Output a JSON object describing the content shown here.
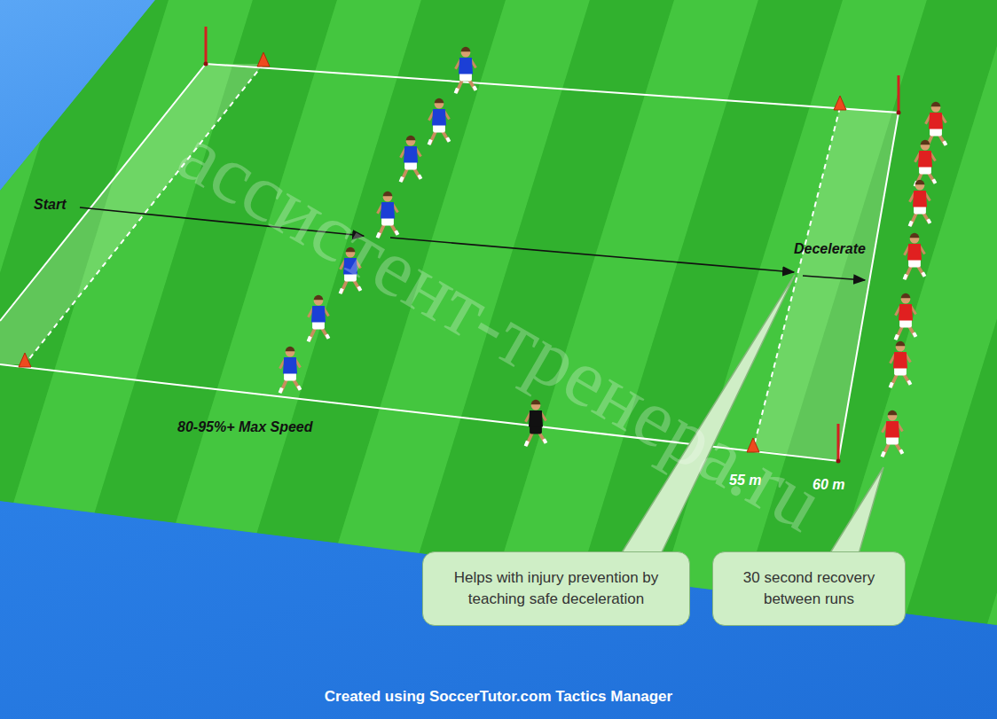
{
  "diagram": {
    "caption": "Created using SoccerTutor.com Tactics Manager",
    "nodes": [
      {
        "text": [
          "Helps with injury prevention by teaching safe deceleration"
        ]
      },
      {
        "text": [
          "30 second recovery between runs"
        ]
      }
    ],
    "labels": [
      "Start",
      "Decelerate",
      "80-95%+ Max Speed",
      "55 m",
      "60 m",
      "ассистент-тренера.ru"
    ]
  }
}
